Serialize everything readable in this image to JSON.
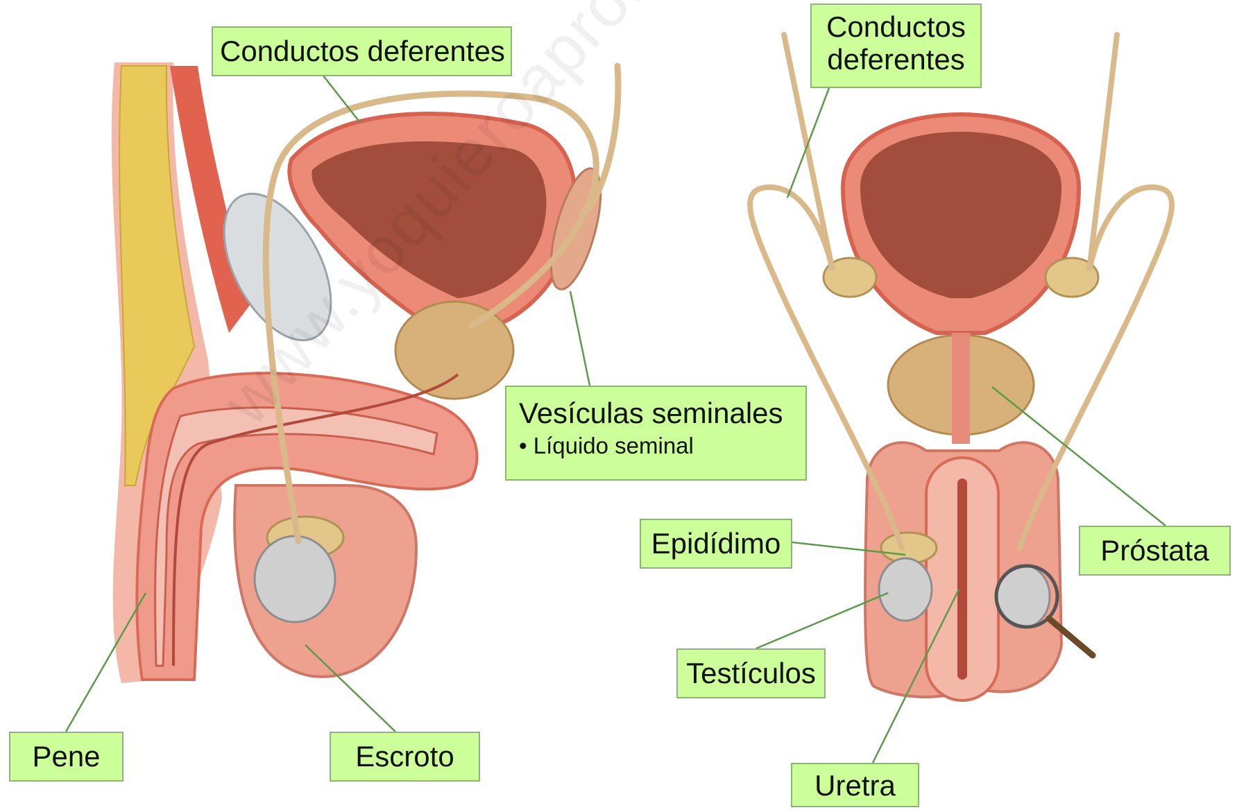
{
  "colors": {
    "label_bg": "#ccff99",
    "label_border": "#8fb27a",
    "leader_line": "#5a9a4a",
    "tissue_pink": "#f2a69a",
    "tissue_red": "#e8705e",
    "bladder_lumen": "#a34e3d",
    "fat_yellow": "#e9c95a",
    "testis_gray": "#cfcfcf",
    "duct_tan": "#d9b98a"
  },
  "watermark": "www.yoquieroaprobar.es",
  "labels": {
    "conductos_left": "Conductos deferentes",
    "conductos_right_line1": "Conductos",
    "conductos_right_line2": "deferentes",
    "vesiculas": "Vesículas seminales",
    "vesiculas_sub": "• Líquido seminal",
    "epididimo": "Epidídimo",
    "prostata": "Próstata",
    "testiculos": "Testículos",
    "uretra": "Uretra",
    "pene": "Pene",
    "escroto": "Escroto"
  }
}
